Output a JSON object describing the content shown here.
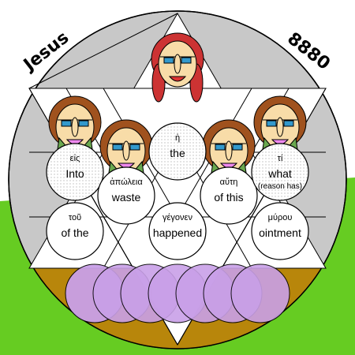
{
  "corner_left": "Jesus",
  "corner_right": "8880",
  "words": [
    {
      "greek": "εἰς",
      "english": "Into",
      "english_small": ""
    },
    {
      "greek": "ἀπώλεια",
      "english": "waste",
      "english_small": ""
    },
    {
      "greek": "ἡ",
      "english": "the",
      "english_small": ""
    },
    {
      "greek": "αὕτη",
      "english": "of this",
      "english_small": ""
    },
    {
      "greek": "τί",
      "english": "what",
      "english_small": "(reason has)"
    },
    {
      "greek": "τοῦ",
      "english": "of the",
      "english_small": ""
    },
    {
      "greek": "γέγονεν",
      "english": "happened",
      "english_small": ""
    },
    {
      "greek": "μύρου",
      "english": "ointment",
      "english_small": ""
    }
  ],
  "colors": {
    "sky": "#c8c8c8",
    "grass": "#66cc22",
    "ground": "#b8860b",
    "jar": "#c9a0e8",
    "hair": "#a0521e",
    "hair_women": "#cc3333",
    "skin": "#f8dca8",
    "eyes": "#3399cc"
  }
}
